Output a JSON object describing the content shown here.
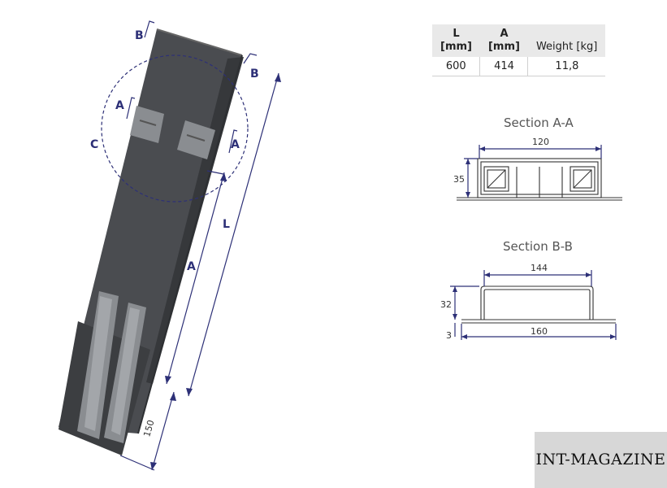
{
  "spec_table": {
    "headers": [
      {
        "line1": "L",
        "line2": "[mm]"
      },
      {
        "line1": "A",
        "line2": "[mm]"
      },
      {
        "line1": "",
        "line2": "Weight [kg]"
      }
    ],
    "row": [
      "600",
      "414",
      "11,8"
    ]
  },
  "drawing": {
    "labels": {
      "b_top": "B",
      "b_right": "B",
      "a_left": "A",
      "a_right": "A",
      "c": "C",
      "l": "L",
      "a_long": "A",
      "dim_150": "150"
    }
  },
  "section_aa": {
    "title": "Section A-A",
    "width": "120",
    "height": "35"
  },
  "section_bb": {
    "title": "Section B-B",
    "top_width": "144",
    "height": "32",
    "thickness": "3",
    "bottom_width": "160"
  },
  "logo": {
    "text": "INT-MAGAZINE"
  },
  "colors": {
    "dimension": "#2d3077",
    "part": "#4a4c50",
    "part_dark": "#36383b",
    "slot": "#8a8d91"
  }
}
